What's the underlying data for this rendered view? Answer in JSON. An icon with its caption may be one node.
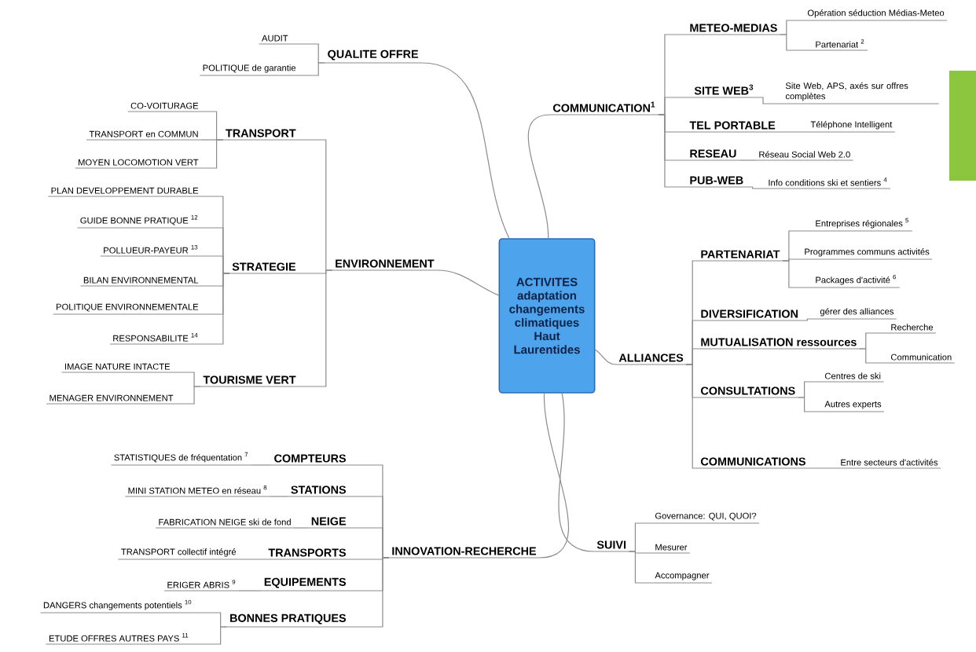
{
  "diagram": {
    "nodes": [
      {
        "text": [
          "ACTIVITES adaptation changements climatiques Haut Laurentides"
        ]
      },
      {
        "text": [
          "QUALITE OFFRE"
        ]
      },
      {
        "text": [
          "AUDIT"
        ]
      },
      {
        "text": [
          "POLITIQUE de garantie"
        ]
      },
      {
        "text": [
          "ENVIRONNEMENT"
        ]
      },
      {
        "text": [
          "TRANSPORT"
        ]
      },
      {
        "text": [
          "CO-VOITURAGE"
        ]
      },
      {
        "text": [
          "TRANSPORT en COMMUN"
        ]
      },
      {
        "text": [
          "MOYEN LOCOMOTION VERT"
        ]
      },
      {
        "text": [
          "STRATEGIE"
        ]
      },
      {
        "text": [
          "PLAN DEVELOPPEMENT DURABLE"
        ]
      },
      {
        "text": [
          "GUIDE BONNE PRATIQUE $^{12}$"
        ]
      },
      {
        "text": [
          "POLLUEUR-PAYEUR $^{13}$"
        ]
      },
      {
        "text": [
          "BILAN ENVIRONNEMENTAL"
        ]
      },
      {
        "text": [
          "POLITIQUE ENVIRONNEMENTALE"
        ]
      },
      {
        "text": [
          "RESPONSABILITE $^{14}$"
        ]
      },
      {
        "text": [
          "TOURISME VERT"
        ]
      },
      {
        "text": [
          "IMAGE NATURE INTACTE"
        ]
      },
      {
        "text": [
          "MENAGER ENVIRONNEMENT"
        ]
      },
      {
        "text": [
          "INNOVATION-RECHERCHE"
        ]
      },
      {
        "text": [
          "COMPTEURS"
        ]
      },
      {
        "text": [
          "STATISTIQUES de fréquentation $^{7}$"
        ]
      },
      {
        "text": [
          "STATIONS"
        ]
      },
      {
        "text": [
          "MINI STATION METEO en réseau $^{8}$"
        ]
      },
      {
        "text": [
          "NEIGE"
        ]
      },
      {
        "text": [
          "FABRICATION NEIGE ski de fond"
        ]
      },
      {
        "text": [
          "TRANSPORTS"
        ]
      },
      {
        "text": [
          "TRANSPORT collectif intégré"
        ]
      },
      {
        "text": [
          "EQUIPEMENTS"
        ]
      },
      {
        "text": [
          "ERIGER ABRIS $^{9}$"
        ]
      },
      {
        "text": [
          "BONNES PRATIQUES"
        ]
      },
      {
        "text": [
          "DANGERS changements potentiels $^{10}$"
        ]
      },
      {
        "text": [
          "ETUDE OFFRES AUTRES PAYS $^{11}$"
        ]
      },
      {
        "text": [
          "COMMUNICATION$^{1}$"
        ]
      },
      {
        "text": [
          "METEO-MEDIAS"
        ]
      },
      {
        "text": [
          "Opération séduction Médias-Meteo"
        ]
      },
      {
        "text": [
          "Partenariat $^{2}$"
        ]
      },
      {
        "text": [
          "SITE WEB$^{3}$"
        ]
      },
      {
        "text": [
          "Site Web, APS, axés sur offres complètes"
        ]
      },
      {
        "text": [
          "TEL PORTABLE"
        ]
      },
      {
        "text": [
          "Téléphone Intelligent"
        ]
      },
      {
        "text": [
          "RESEAU"
        ]
      },
      {
        "text": [
          "Réseau Social Web 2.0"
        ]
      },
      {
        "text": [
          "PUB-WEB"
        ]
      },
      {
        "text": [
          "Info conditions ski et sentiers $^{4}$"
        ]
      },
      {
        "text": [
          "ALLIANCES"
        ]
      },
      {
        "text": [
          "PARTENARIAT"
        ]
      },
      {
        "text": [
          "Entreprises régionales $^{5}$"
        ]
      },
      {
        "text": [
          "Programmes communs activités"
        ]
      },
      {
        "text": [
          "Packages d'activité $^{6}$"
        ]
      },
      {
        "text": [
          "DIVERSIFICATION"
        ]
      },
      {
        "text": [
          "gérer des alliances"
        ]
      },
      {
        "text": [
          "MUTUALISATION ressources"
        ]
      },
      {
        "text": [
          "Recherche"
        ]
      },
      {
        "text": [
          "Communication"
        ]
      },
      {
        "text": [
          "CONSULTATIONS"
        ]
      },
      {
        "text": [
          "Centres de ski"
        ]
      },
      {
        "text": [
          "Autres experts"
        ]
      },
      {
        "text": [
          "COMMUNICATIONS"
        ]
      },
      {
        "text": [
          "Entre secteurs d'activités"
        ]
      },
      {
        "text": [
          "SUIVI"
        ]
      },
      {
        "text": [
          "Governance: QUI, QUOI?"
        ]
      },
      {
        "text": [
          "Mesurer"
        ]
      },
      {
        "text": [
          "Accompagner"
        ]
      }
    ],
    "edges": [
      {
        "from": 0,
        "to": 1,
        "arrow": "none"
      },
      {
        "from": 1,
        "to": 2,
        "arrow": "none"
      },
      {
        "from": 1,
        "to": 3,
        "arrow": "none"
      },
      {
        "from": 0,
        "to": 4,
        "arrow": "none"
      },
      {
        "from": 4,
        "to": 5,
        "arrow": "none"
      },
      {
        "from": 5,
        "to": 6,
        "arrow": "none"
      },
      {
        "from": 5,
        "to": 7,
        "arrow": "none"
      },
      {
        "from": 5,
        "to": 8,
        "arrow": "none"
      },
      {
        "from": 4,
        "to": 9,
        "arrow": "none"
      },
      {
        "from": 9,
        "to": 10,
        "arrow": "none"
      },
      {
        "from": 9,
        "to": 11,
        "arrow": "none"
      },
      {
        "from": 9,
        "to": 12,
        "arrow": "none"
      },
      {
        "from": 9,
        "to": 13,
        "arrow": "none"
      },
      {
        "from": 9,
        "to": 14,
        "arrow": "none"
      },
      {
        "from": 9,
        "to": 15,
        "arrow": "none"
      },
      {
        "from": 4,
        "to": 16,
        "arrow": "none"
      },
      {
        "from": 16,
        "to": 17,
        "arrow": "none"
      },
      {
        "from": 16,
        "to": 18,
        "arrow": "none"
      },
      {
        "from": 0,
        "to": 19,
        "arrow": "none"
      },
      {
        "from": 19,
        "to": 20,
        "arrow": "none"
      },
      {
        "from": 20,
        "to": 21,
        "arrow": "none"
      },
      {
        "from": 19,
        "to": 22,
        "arrow": "none"
      },
      {
        "from": 22,
        "to": 23,
        "arrow": "none"
      },
      {
        "from": 19,
        "to": 24,
        "arrow": "none"
      },
      {
        "from": 24,
        "to": 25,
        "arrow": "none"
      },
      {
        "from": 19,
        "to": 26,
        "arrow": "none"
      },
      {
        "from": 26,
        "to": 27,
        "arrow": "none"
      },
      {
        "from": 19,
        "to": 28,
        "arrow": "none"
      },
      {
        "from": 28,
        "to": 29,
        "arrow": "none"
      },
      {
        "from": 19,
        "to": 30,
        "arrow": "none"
      },
      {
        "from": 30,
        "to": 31,
        "arrow": "none"
      },
      {
        "from": 30,
        "to": 32,
        "arrow": "none"
      },
      {
        "from": 0,
        "to": 33,
        "arrow": "none"
      },
      {
        "from": 33,
        "to": 34,
        "arrow": "none"
      },
      {
        "from": 34,
        "to": 35,
        "arrow": "none"
      },
      {
        "from": 34,
        "to": 36,
        "arrow": "none"
      },
      {
        "from": 33,
        "to": 37,
        "arrow": "none"
      },
      {
        "from": 37,
        "to": 38,
        "arrow": "none"
      },
      {
        "from": 33,
        "to": 39,
        "arrow": "none"
      },
      {
        "from": 39,
        "to": 40,
        "arrow": "none"
      },
      {
        "from": 33,
        "to": 41,
        "arrow": "none"
      },
      {
        "from": 41,
        "to": 42,
        "arrow": "none"
      },
      {
        "from": 33,
        "to": 43,
        "arrow": "none"
      },
      {
        "from": 43,
        "to": 44,
        "arrow": "none"
      },
      {
        "from": 0,
        "to": 45,
        "arrow": "none"
      },
      {
        "from": 45,
        "to": 46,
        "arrow": "none"
      },
      {
        "from": 46,
        "to": 47,
        "arrow": "none"
      },
      {
        "from": 46,
        "to": 48,
        "arrow": "none"
      },
      {
        "from": 46,
        "to": 49,
        "arrow": "none"
      },
      {
        "from": 45,
        "to": 50,
        "arrow": "none"
      },
      {
        "from": 50,
        "to": 51,
        "arrow": "none"
      },
      {
        "from": 45,
        "to": 52,
        "arrow": "none"
      },
      {
        "from": 52,
        "to": 53,
        "arrow": "none"
      },
      {
        "from": 52,
        "to": 54,
        "arrow": "none"
      },
      {
        "from": 45,
        "to": 55,
        "arrow": "none"
      },
      {
        "from": 55,
        "to": 56,
        "arrow": "none"
      },
      {
        "from": 55,
        "to": 57,
        "arrow": "none"
      },
      {
        "from": 45,
        "to": 58,
        "arrow": "none"
      },
      {
        "from": 58,
        "to": 59,
        "arrow": "none"
      },
      {
        "from": 0,
        "to": 60,
        "arrow": "none"
      },
      {
        "from": 60,
        "to": 61,
        "arrow": "none"
      },
      {
        "from": 60,
        "to": 62,
        "arrow": "none"
      },
      {
        "from": 60,
        "to": 63,
        "arrow": "none"
      }
    ]
  }
}
